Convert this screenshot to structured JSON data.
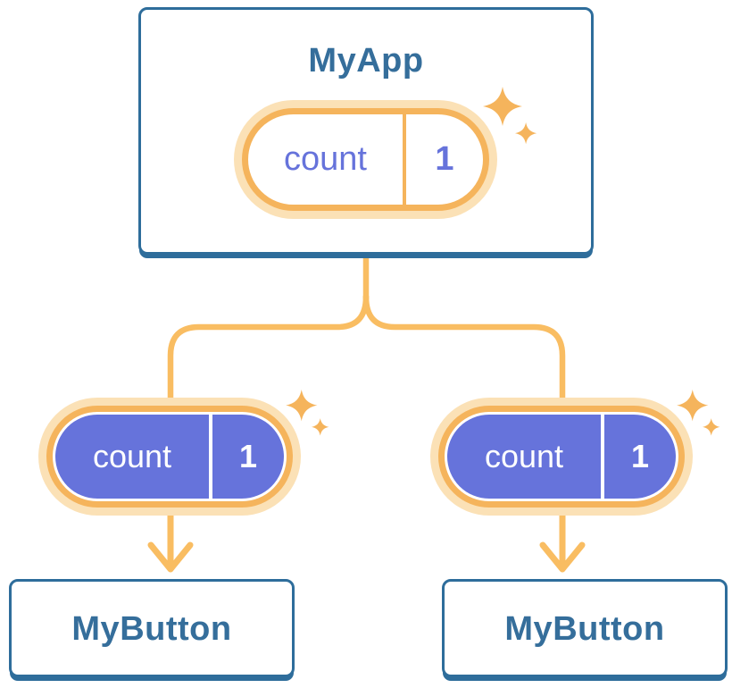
{
  "diagram": {
    "kind": "react-state-component-tree",
    "root": {
      "name": "MyApp",
      "state": {
        "name": "count",
        "value": "1"
      }
    },
    "children": [
      {
        "name": "MyButton",
        "state": {
          "name": "count",
          "value": "1"
        }
      },
      {
        "name": "MyButton",
        "state": {
          "name": "count",
          "value": "1"
        }
      }
    ]
  },
  "icons": {
    "sparkle": "four-pointed-star-sparkles",
    "arrow": "arrow-down",
    "connector": "tree-branch"
  },
  "colors": {
    "card_border_blue": "#2E6D9B",
    "title_text_blue": "#356E9B",
    "pill_stroke_orange": "#F5B45C",
    "pill_glow_peach": "#FBE1B6",
    "connector_orange": "#F9BD62",
    "state_purple": "#6673DB",
    "card_fill": "#FFFFFF",
    "pill_text_on_purple": "#FFFFFF"
  }
}
